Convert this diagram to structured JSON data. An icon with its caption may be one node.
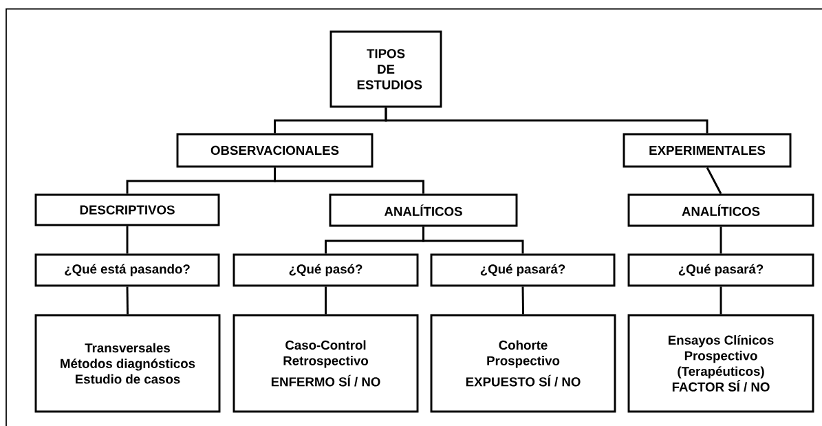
{
  "diagram": {
    "nodes": [
      {
        "text": [
          "TIPOS DE ESTUDIOS"
        ]
      },
      {
        "text": [
          "OBSERVACIONALES"
        ]
      },
      {
        "text": [
          "EXPERIMENTALES"
        ]
      },
      {
        "text": [
          "DESCRIPTIVOS"
        ]
      },
      {
        "text": [
          "ANALÍTICOS"
        ]
      },
      {
        "text": [
          "ANALÍTICOS"
        ]
      },
      {
        "text": [
          "¿Qué está pasando?"
        ]
      },
      {
        "text": [
          "¿Qué pasó?"
        ]
      },
      {
        "text": [
          "¿Qué pasará?"
        ]
      },
      {
        "text": [
          "¿Qué pasará?"
        ]
      },
      {
        "text": [
          "Transversales",
          "Métodos diagnósticos",
          "Estudio de casos"
        ]
      },
      {
        "text": [
          "Caso-Control",
          "Retrospectivo",
          "ENFERMO SÍ / NO"
        ]
      },
      {
        "text": [
          "Cohorte",
          "Prospectivo",
          "EXPUESTO SÍ / NO"
        ]
      },
      {
        "text": [
          "Ensayos Clínicos",
          "Prospectivo",
          "(Terapéuticos)",
          "FACTOR SÍ / NO"
        ]
      }
    ],
    "edges": [
      {
        "from": 0,
        "to": 1,
        "arrow": "none"
      },
      {
        "from": 0,
        "to": 2,
        "arrow": "none"
      },
      {
        "from": 1,
        "to": 3,
        "arrow": "none"
      },
      {
        "from": 1,
        "to": 4,
        "arrow": "none"
      },
      {
        "from": 2,
        "to": 5,
        "arrow": "none"
      },
      {
        "from": 3,
        "to": 6,
        "arrow": "none"
      },
      {
        "from": 4,
        "to": 7,
        "arrow": "none"
      },
      {
        "from": 4,
        "to": 8,
        "arrow": "none"
      },
      {
        "from": 5,
        "to": 9,
        "arrow": "none"
      },
      {
        "from": 6,
        "to": 10,
        "arrow": "none"
      },
      {
        "from": 7,
        "to": 11,
        "arrow": "none"
      },
      {
        "from": 8,
        "to": 12,
        "arrow": "none"
      },
      {
        "from": 9,
        "to": 13,
        "arrow": "none"
      }
    ]
  }
}
